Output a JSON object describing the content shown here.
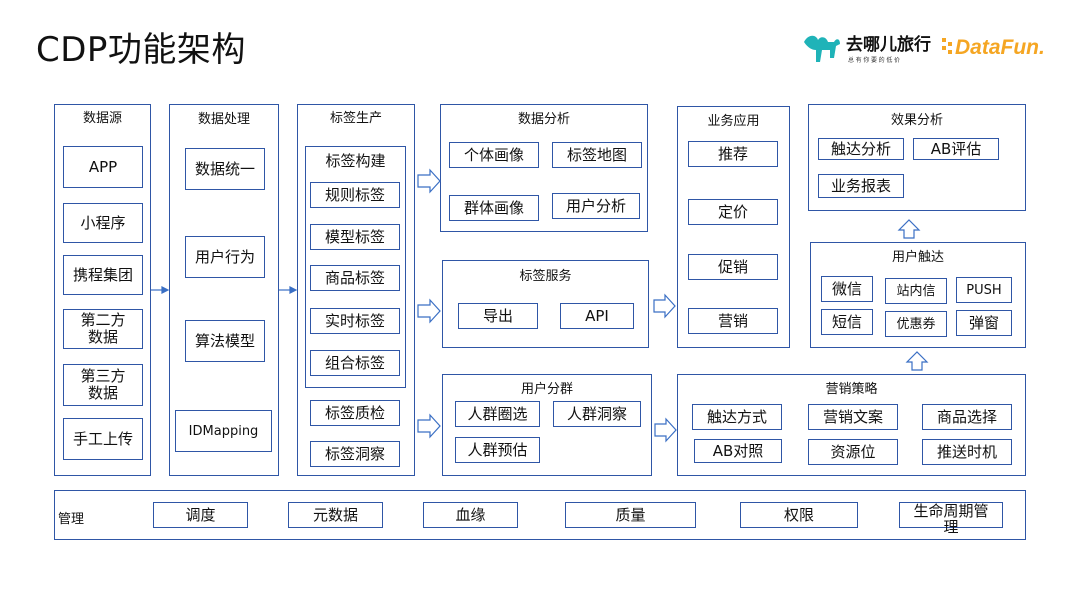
{
  "title": "CDP功能架构",
  "logo": {
    "brand": "去哪儿旅行",
    "slogan": "总 有 你 要 的 低 价",
    "partner": "DataFun."
  },
  "colors": {
    "border": "#2f56a6",
    "arrow": "#3a6fc4",
    "brand_teal": "#1fb3b8",
    "brand_orange": "#f5a623"
  },
  "data_source": {
    "header": "数据源",
    "items": [
      "APP",
      "小程序",
      "携程集团",
      "第二方\n数据",
      "第三方\n数据",
      "手工上传"
    ]
  },
  "data_processing": {
    "header": "数据处理",
    "items": [
      "数据统一",
      "用户行为",
      "算法模型",
      "IDMapping"
    ]
  },
  "tag_production": {
    "header": "标签生产",
    "build_header": "标签构建",
    "build_items": [
      "规则标签",
      "模型标签",
      "商品标签",
      "实时标签",
      "组合标签"
    ],
    "extra_items": [
      "标签质检",
      "标签洞察"
    ]
  },
  "data_analysis": {
    "header": "数据分析",
    "items": [
      "个体画像",
      "标签地图",
      "群体画像",
      "用户分析"
    ]
  },
  "tag_service": {
    "header": "标签服务",
    "items": [
      "导出",
      "API"
    ]
  },
  "user_segment": {
    "header": "用户分群",
    "items": [
      "人群圈选",
      "人群洞察",
      "人群预估"
    ]
  },
  "business_app": {
    "header": "业务应用",
    "items": [
      "推荐",
      "定价",
      "促销",
      "营销"
    ]
  },
  "effect_analysis": {
    "header": "效果分析",
    "items": [
      "触达分析",
      "AB评估",
      "业务报表"
    ]
  },
  "user_reach": {
    "header": "用户触达",
    "items": [
      "微信",
      "站内信",
      "PUSH",
      "短信",
      "优惠券",
      "弹窗"
    ]
  },
  "marketing_strategy": {
    "header": "营销策略",
    "items": [
      "触达方式",
      "营销文案",
      "商品选择",
      "AB对照",
      "资源位",
      "推送时机"
    ]
  },
  "management": {
    "label": "管理",
    "items": [
      "调度",
      "元数据",
      "血缘",
      "质量",
      "权限",
      "生命周期管\n理"
    ]
  }
}
